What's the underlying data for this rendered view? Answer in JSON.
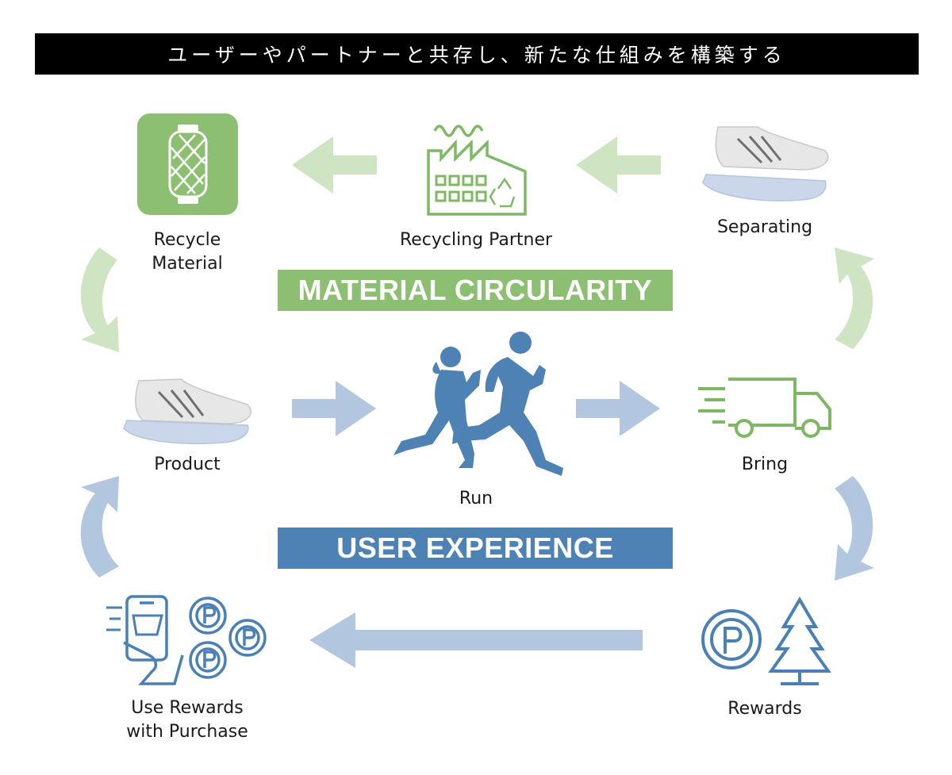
{
  "header": {
    "title": "ユーザーやパートナーと共存し、新たな仕組みを構築する"
  },
  "sections": {
    "material_circularity": "MATERIAL CIRCULARITY",
    "user_experience": "USER EXPERIENCE"
  },
  "nodes": {
    "recycle_material": {
      "line1": "Recycle",
      "line2": "Material",
      "icon": "yarn-spool-icon"
    },
    "recycling_partner": {
      "label": "Recycling Partner",
      "icon": "factory-recycle-icon"
    },
    "separating": {
      "label": "Separating",
      "icon": "shoe-icon"
    },
    "product": {
      "label": "Product",
      "icon": "shoe-icon"
    },
    "run": {
      "label": "Run",
      "icon": "runners-icon"
    },
    "bring": {
      "label": "Bring",
      "icon": "delivery-truck-icon"
    },
    "rewards": {
      "label": "Rewards",
      "icon": "points-tree-icon"
    },
    "use_rewards": {
      "line1": "Use Rewards",
      "line2": "with Purchase",
      "icon": "phone-points-icon"
    }
  },
  "colors": {
    "green": "#8dbf73",
    "green_light": "#cfe4c2",
    "blue": "#4e82b4",
    "blue_light": "#b3c6df",
    "line_green": "#7fb865",
    "line_blue": "#4a80b3"
  }
}
